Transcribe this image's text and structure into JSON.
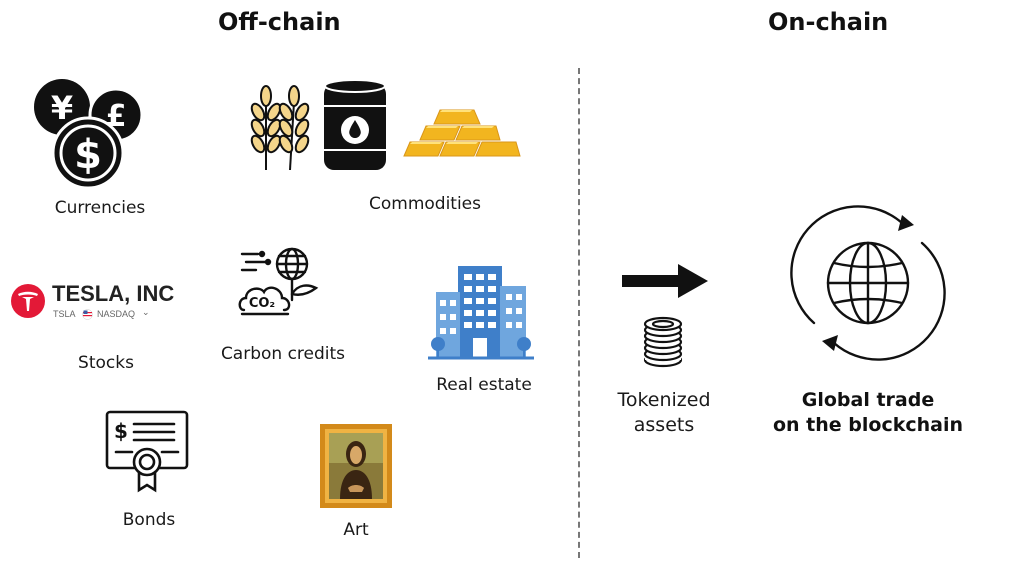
{
  "headings": {
    "off_chain": "Off-chain",
    "on_chain": "On-chain"
  },
  "assets": {
    "currencies": "Currencies",
    "commodities": "Commodities",
    "stocks": "Stocks",
    "carbon_credits": "Carbon credits",
    "real_estate": "Real estate",
    "bonds": "Bonds",
    "art": "Art"
  },
  "tesla_card": {
    "name": "TESLA, INC",
    "ticker": "TSLA",
    "exchange": "NASDAQ"
  },
  "tokenized": {
    "line1": "Tokenized",
    "line2": "assets"
  },
  "global": {
    "line1": "Global trade",
    "line2": "on the blockchain"
  },
  "icons": [
    "currency-coins-icon",
    "wheat-icon",
    "oil-barrel-icon",
    "gold-bars-icon",
    "tesla-logo-icon",
    "carbon-co2-icon",
    "building-icon",
    "bond-certificate-icon",
    "art-frame-icon",
    "arrow-right-icon",
    "coin-stack-icon",
    "globe-cycle-icon"
  ],
  "colors": {
    "gold": "#F2B51F",
    "building_blue": "#3F7FC9",
    "tesla_red": "#E31937",
    "frame": "#D38A1A"
  }
}
